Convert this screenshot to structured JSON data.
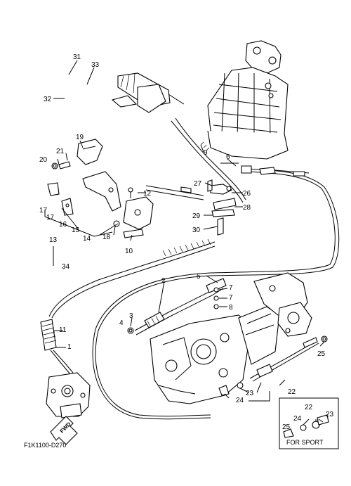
{
  "diagram_code": "F1K1100-D270",
  "fwd_marker": "FWD",
  "inset_caption": "FOR SPORT",
  "callouts": {
    "c1": "1",
    "c2": "2",
    "c3": "3",
    "c4": "4",
    "c5": "5",
    "c6": "6",
    "c7a": "7",
    "c7b": "7",
    "c8": "8",
    "c9": "9",
    "c10": "10",
    "c11": "11",
    "c12": "12",
    "c13": "13",
    "c14": "14",
    "c15": "15",
    "c16": "16",
    "c17a": "17",
    "c17b": "17",
    "c18": "18",
    "c19": "19",
    "c20": "20",
    "c21": "21",
    "c22a": "22",
    "c22b": "22",
    "c23a": "23",
    "c23b": "23",
    "c24a": "24",
    "c24b": "24",
    "c25a": "25",
    "c25b": "25",
    "c26": "26",
    "c27": "27",
    "c28": "28",
    "c29": "29",
    "c30": "30",
    "c31": "31",
    "c32": "32",
    "c33": "33",
    "c34": "34"
  }
}
